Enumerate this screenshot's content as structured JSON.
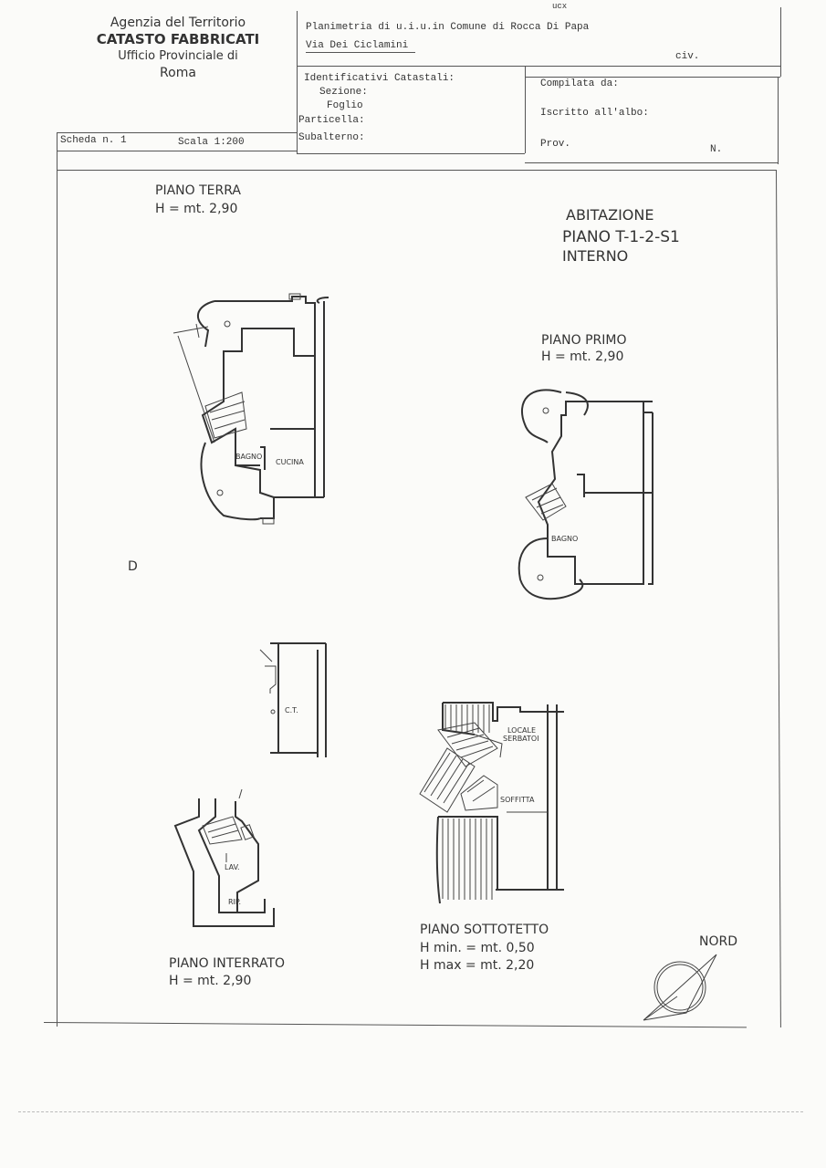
{
  "header": {
    "agency_line1": "Agenzia del Territorio",
    "agency_line2": "CATASTO FABBRICATI",
    "agency_line3": "Ufficio Provinciale di",
    "agency_line4": "Roma",
    "top_fragment": "ucx",
    "planimetry": "Planimetria di u.i.u.in Comune di Rocca Di Papa",
    "street": "Via Dei Ciclamini",
    "civ": "civ.",
    "identificativi": "Identificativi Catastali:",
    "sezione": "Sezione:",
    "foglio": "Foglio",
    "particella": "Particella:",
    "subalterno": "Subalterno:",
    "compilata": "Compilata da:",
    "iscritto": "Iscritto all'albo:",
    "prov": "Prov.",
    "n": "N.",
    "scheda": "Scheda n. 1",
    "scala": "Scala 1:200"
  },
  "summary": {
    "line1": "ABITAZIONE",
    "line2": "PIANO T-1-2-S1",
    "line3": "INTERNO"
  },
  "plans": {
    "terra": {
      "title": "PIANO TERRA",
      "height": "H = mt. 2,90",
      "rooms": [
        "BAGNO",
        "CUCINA"
      ]
    },
    "primo": {
      "title": "PIANO PRIMO",
      "height": "H = mt. 2,90",
      "rooms": [
        "BAGNO"
      ]
    },
    "ct": {
      "room": "C.T."
    },
    "interrato": {
      "title": "PIANO INTERRATO",
      "height": "H = mt. 2,90",
      "rooms": [
        "LAV.",
        "RIP."
      ]
    },
    "sottotetto": {
      "title": "PIANO SOTTOTETTO",
      "hmin": "H min. = mt. 0,50",
      "hmax": "H max = mt. 2,20",
      "rooms": [
        "LOCALE",
        "SERBATOI",
        "SOFFITTA"
      ]
    }
  },
  "marker_d": "D",
  "north": "NORD"
}
